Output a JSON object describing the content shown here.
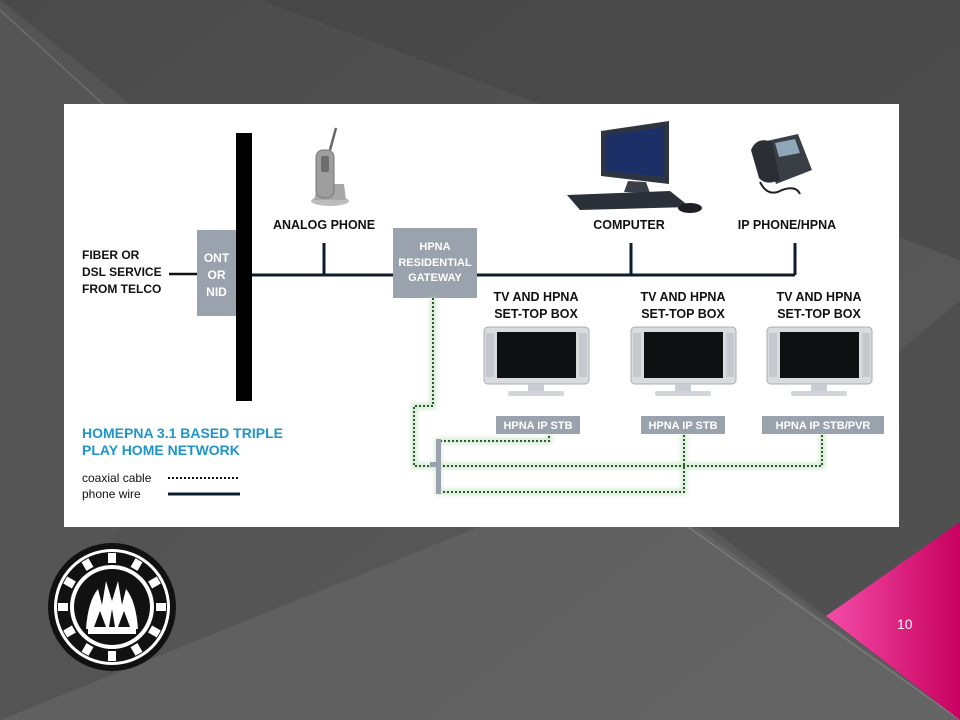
{
  "slide": {
    "page_number": "10"
  },
  "diagram": {
    "source_line1": "FIBER OR",
    "source_line2": "DSL SERVICE",
    "source_line3": "FROM TELCO",
    "ont_line1": "ONT",
    "ont_line2": "OR",
    "ont_line3": "NID",
    "analog_phone": "ANALOG PHONE",
    "computer": "COMPUTER",
    "ip_phone": "IP PHONE/HPNA",
    "gateway_line1": "HPNA",
    "gateway_line2": "RESIDENTIAL",
    "gateway_line3": "GATEWAY",
    "tv1_line1": "TV AND HPNA",
    "tv1_line2": "SET-TOP BOX",
    "tv2_line1": "TV AND HPNA",
    "tv2_line2": "SET-TOP BOX",
    "tv3_line1": "TV AND HPNA",
    "tv3_line2": "SET-TOP BOX",
    "stb1": "HPNA IP STB",
    "stb2": "HPNA IP STB",
    "stb3": "HPNA IP STB/PVR",
    "title_line1": "HOMEPNA 3.1 BASED TRIPLE",
    "title_line2": "PLAY HOME NETWORK",
    "legend_coax": "coaxial cable",
    "legend_phone": "phone wire",
    "title_color": "#1e95c9",
    "box_color": "#9aa3ad",
    "coax_color": "#2e5e2e"
  }
}
